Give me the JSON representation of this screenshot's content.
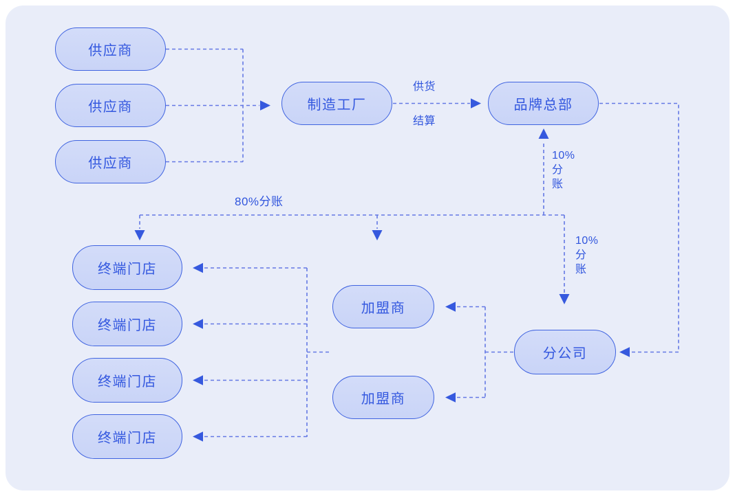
{
  "diagram_title": "franchise-supply-profit-split-flow",
  "colors": {
    "page_background": "#ffffff",
    "card_background": "#e9edf9",
    "node_fill": "#ccd6f7",
    "node_border": "#3f63e0",
    "node_text": "#3458df",
    "connector_line": "#6478e4",
    "arrowhead": "#3659de",
    "edge_label_text": "#3055dd"
  },
  "nodes": [
    {
      "id": "supplier-1",
      "label": "供应商"
    },
    {
      "id": "supplier-2",
      "label": "供应商"
    },
    {
      "id": "supplier-3",
      "label": "供应商"
    },
    {
      "id": "factory",
      "label": "制造工厂"
    },
    {
      "id": "brand-hq",
      "label": "品牌总部"
    },
    {
      "id": "store-1",
      "label": "终端门店"
    },
    {
      "id": "store-2",
      "label": "终端门店"
    },
    {
      "id": "store-3",
      "label": "终端门店"
    },
    {
      "id": "store-4",
      "label": "终端门店"
    },
    {
      "id": "franchisee-1",
      "label": "加盟商"
    },
    {
      "id": "franchisee-2",
      "label": "加盟商"
    },
    {
      "id": "branch",
      "label": "分公司"
    }
  ],
  "labels": {
    "supply": "供货",
    "settlement": "结算",
    "split_80": "80%分账",
    "split_10_up": "10%\n分\n账",
    "split_10_down": "10%\n分\n账"
  }
}
